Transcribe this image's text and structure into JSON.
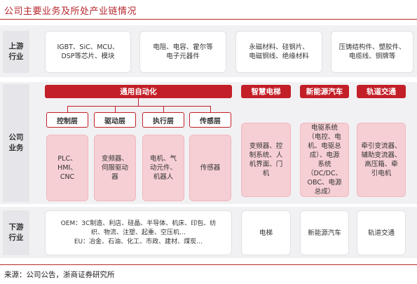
{
  "title": "公司主要业务及所处产业链情况",
  "rows": {
    "upstream": "上游\n行业",
    "company": "公司\n业务",
    "downstream": "下游\n行业"
  },
  "upstream_boxes": [
    "IGBT、SiC、MCU、\nDSP等芯片、模块",
    "电阻、电容、霍尔等\n电子元器件",
    "永磁材料、硅钢片、\n电磁铜线、绝缘材料",
    "压铸结构件、塑胶件、\n电缆线、铜牌等"
  ],
  "segments": {
    "general_automation": "通用自动化",
    "smart_elevator": "智慧电梯",
    "new_energy_vehicle": "新能源汽车",
    "rail_transit": "轨道交通"
  },
  "automation_layers": [
    {
      "label": "控制层",
      "content": "PLC、\nHMI、\nCNC"
    },
    {
      "label": "驱动层",
      "content": "变频器、\n伺服驱动\n器"
    },
    {
      "label": "执行层",
      "content": "电机、气\n动元件、\n机器人"
    },
    {
      "label": "传感层",
      "content": "传感器"
    }
  ],
  "segment_content": {
    "smart_elevator": "变频器、控\n制系统、人\n机界面、门\n机",
    "new_energy_vehicle": "电驱系统\n（电控、电\n机、电驱总\n成）、电源\n系统\n（DC/DC、\nOBC、电源\n总成）",
    "rail_transit": "牵引变流器、\n辅助变流器、\n高压箱、牵\n引电机"
  },
  "downstream_boxes": {
    "automation": "OEM：3C制造、利店、硅晶、半导体、机床、印包、纺\n织、物流、注塑、起重、空压机…\nEU：冶金、石油、化工、市政、建材、煤炭…",
    "smart_elevator": "电梯",
    "new_energy_vehicle": "新能源汽车",
    "rail_transit": "轨道交通"
  },
  "source": "来源：公司公告，浙商证券研究所",
  "colors": {
    "accent": "#c31f28",
    "pink": "#f6cfd4",
    "band": "#f1f1f3"
  }
}
